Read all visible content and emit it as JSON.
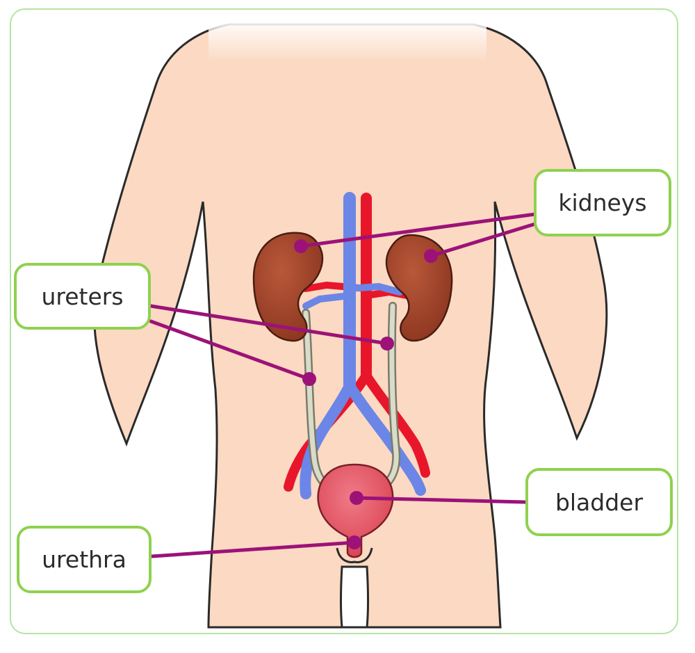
{
  "labels": {
    "kidneys": "kidneys",
    "ureters": "ureters",
    "bladder": "bladder",
    "urethra": "urethra"
  },
  "colors": {
    "skin": "#fbd9c2",
    "outline": "#2a2a2a",
    "kidney": "#a8472d",
    "artery": "#e8162a",
    "vein": "#6b86e6",
    "ureter": "#d9dcc8",
    "bladder": "#e25466",
    "leader": "#9c1278",
    "box_border": "#8fd14f"
  }
}
